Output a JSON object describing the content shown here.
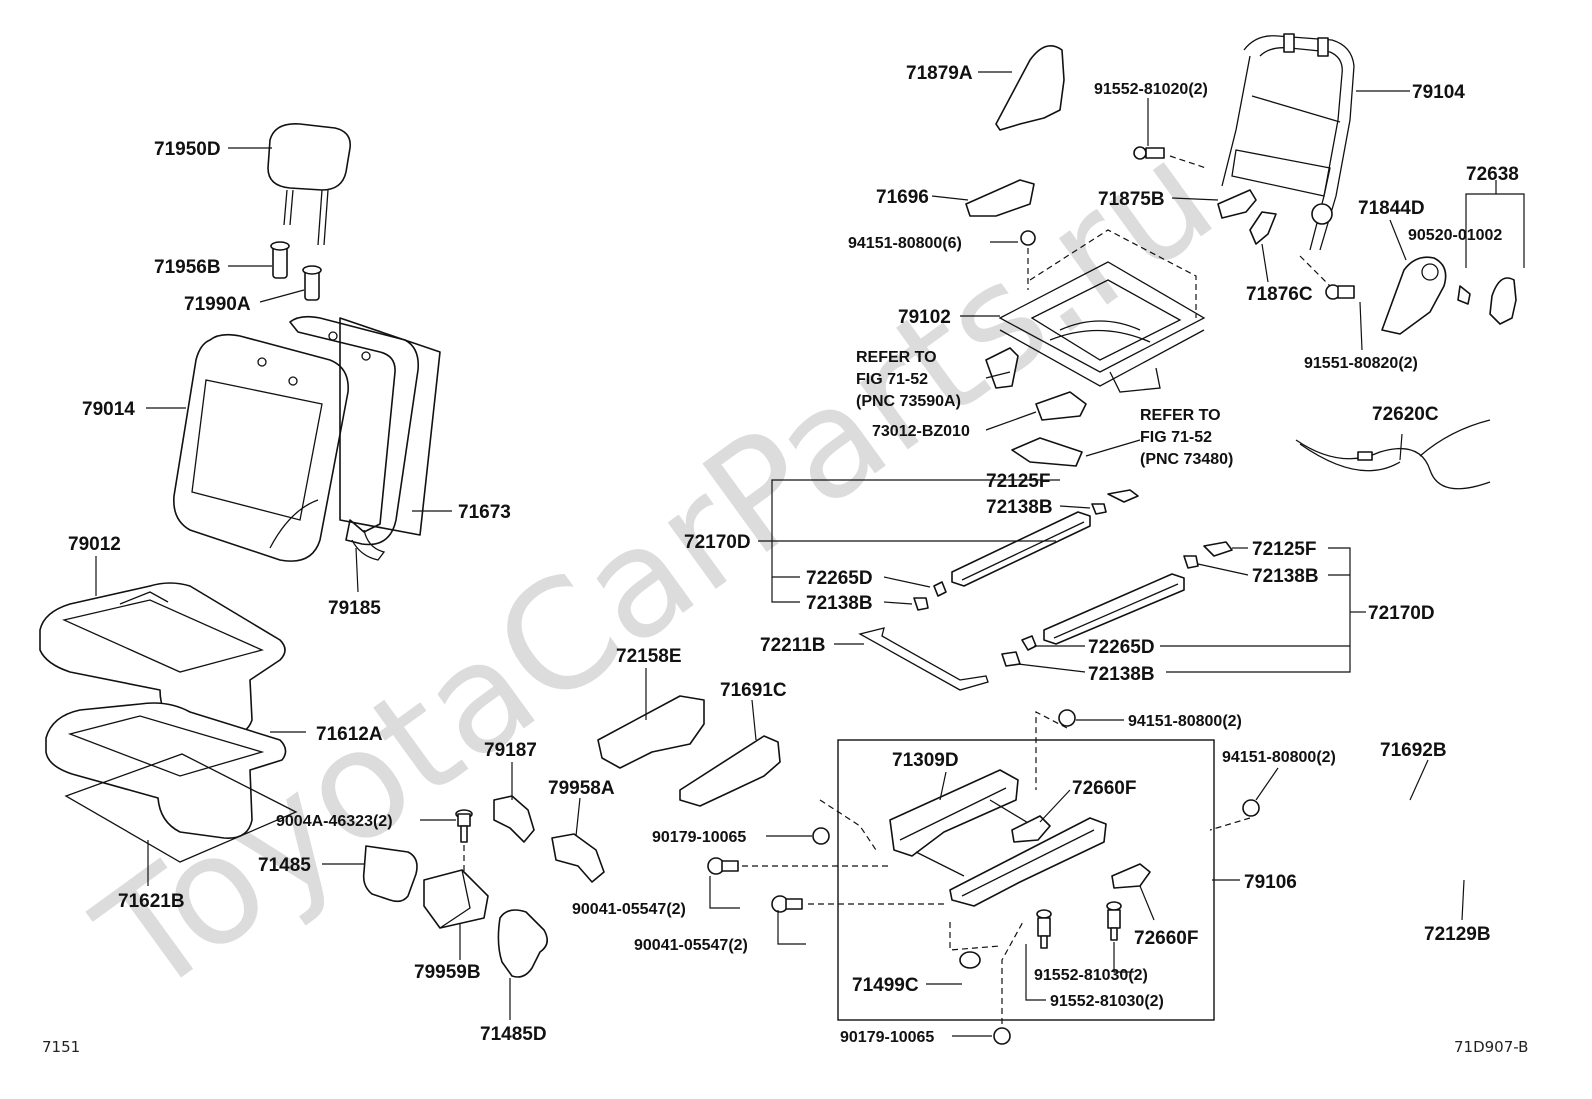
{
  "watermark": "ToyotaCarParts.ru",
  "footer": {
    "left": "7151",
    "right": "71D907-B"
  },
  "labels": {
    "l71950D": "71950D",
    "l71956B": "71956B",
    "l71990A": "71990A",
    "l79014": "79014",
    "l71673": "71673",
    "l79185": "79185",
    "l79012": "79012",
    "l71612A": "71612A",
    "l71621B": "71621B",
    "l9004A": "9004A-46323(2)",
    "l71485": "71485",
    "l79959B": "79959B",
    "l71485D": "71485D",
    "l79187": "79187",
    "l79958A": "79958A",
    "l72158E": "72158E",
    "l71691C": "71691C",
    "l90179a": "90179-10065",
    "l90041a": "90041-05547(2)",
    "l90041b": "90041-05547(2)",
    "l71879A": "71879A",
    "l91552_81020": "91552-81020(2)",
    "l79104": "79104",
    "l72638": "72638",
    "l71696": "71696",
    "l71875B": "71875B",
    "l71844D": "71844D",
    "l90520": "90520-01002",
    "l94151_6": "94151-80800(6)",
    "l71876C": "71876C",
    "l79102": "79102",
    "l91551": "91551-80820(2)",
    "refer1_line1": "REFER TO",
    "refer1_line2": "FIG 71-52",
    "refer1_line3": "(PNC 73590A)",
    "l73012": "73012-BZ010",
    "refer2_line1": "REFER TO",
    "refer2_line2": "FIG 71-52",
    "refer2_line3": "(PNC 73480)",
    "l72620C": "72620C",
    "l72125F_a": "72125F",
    "l72138B_a": "72138B",
    "l72170D_a": "72170D",
    "l72265D_a": "72265D",
    "l72138B_b": "72138B",
    "l72125F_b": "72125F",
    "l72138B_c": "72138B",
    "l72170D_b": "72170D",
    "l72211B": "72211B",
    "l72265D_b": "72265D",
    "l72138B_d": "72138B",
    "l94151_2a": "94151-80800(2)",
    "l94151_2b": "94151-80800(2)",
    "l71309D": "71309D",
    "l72660F_a": "72660F",
    "l71692B": "71692B",
    "l79106": "79106",
    "l72660F_b": "72660F",
    "l72129B": "72129B",
    "l91552_81030a": "91552-81030(2)",
    "l91552_81030b": "91552-81030(2)",
    "l71499C": "71499C",
    "l90179b": "90179-10065"
  }
}
